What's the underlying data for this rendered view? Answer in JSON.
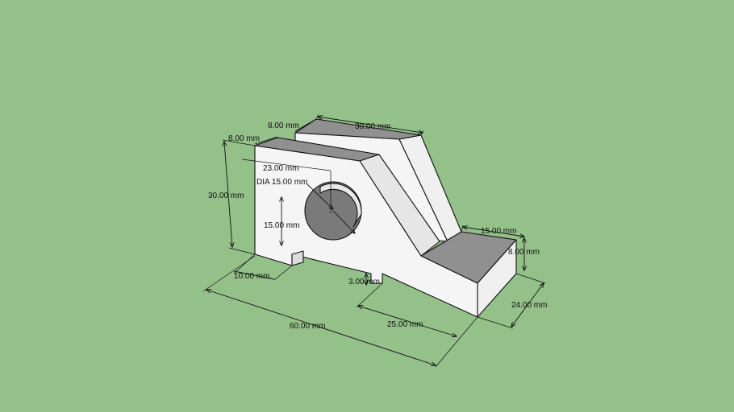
{
  "colors": {
    "background": "#94c08a",
    "face_front": "#f5f5f5",
    "face_side": "#e6e6e6",
    "face_top": "#909090",
    "hole_inner": "#7a7a7a",
    "edge": "#111111"
  },
  "dimensions": {
    "top_back_thickness": "8.00 mm",
    "top_length": "30.00 mm",
    "top_front_thickness": "8.00 mm",
    "total_height": "30.00 mm",
    "hole_offset": "23.00 mm",
    "hole_diameter": "DIA 15.00 mm",
    "hole_height": "15.00 mm",
    "foot_width": "10.00 mm",
    "notch_depth": "3.00 mm",
    "total_length": "60.00 mm",
    "base_length": "25.00 mm",
    "base_top_depth": "15.00 mm",
    "base_height": "8.00 mm",
    "base_width": "24.00 mm"
  }
}
